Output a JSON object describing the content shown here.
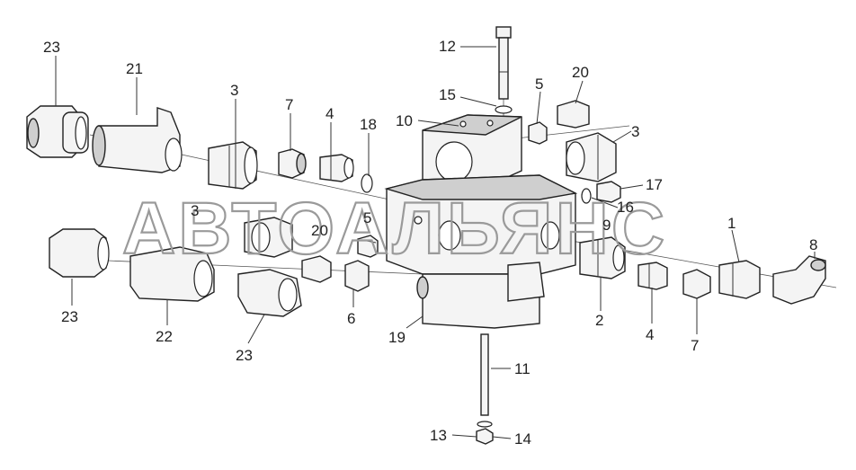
{
  "watermark": "АВТОАЛЬЯНС",
  "callouts": [
    {
      "id": "c23a",
      "text": "23"
    },
    {
      "id": "c21",
      "text": "21"
    },
    {
      "id": "c3a",
      "text": "3"
    },
    {
      "id": "c7a",
      "text": "7"
    },
    {
      "id": "c4a",
      "text": "4"
    },
    {
      "id": "c18",
      "text": "18"
    },
    {
      "id": "c12",
      "text": "12"
    },
    {
      "id": "c15",
      "text": "15"
    },
    {
      "id": "c10",
      "text": "10"
    },
    {
      "id": "c5a",
      "text": "5"
    },
    {
      "id": "c20a",
      "text": "20"
    },
    {
      "id": "c3b",
      "text": "3"
    },
    {
      "id": "c17",
      "text": "17"
    },
    {
      "id": "c16",
      "text": "16"
    },
    {
      "id": "c9",
      "text": "9"
    },
    {
      "id": "c1",
      "text": "1"
    },
    {
      "id": "c8",
      "text": "8"
    },
    {
      "id": "c3c",
      "text": "3"
    },
    {
      "id": "c5b",
      "text": "5"
    },
    {
      "id": "c20b",
      "text": "20"
    },
    {
      "id": "c23b",
      "text": "23"
    },
    {
      "id": "c22",
      "text": "22"
    },
    {
      "id": "c23c",
      "text": "23"
    },
    {
      "id": "c6",
      "text": "6"
    },
    {
      "id": "c19",
      "text": "19"
    },
    {
      "id": "c2",
      "text": "2"
    },
    {
      "id": "c4b",
      "text": "4"
    },
    {
      "id": "c7b",
      "text": "7"
    },
    {
      "id": "c11",
      "text": "11"
    },
    {
      "id": "c13",
      "text": "13"
    },
    {
      "id": "c14",
      "text": "14"
    }
  ]
}
